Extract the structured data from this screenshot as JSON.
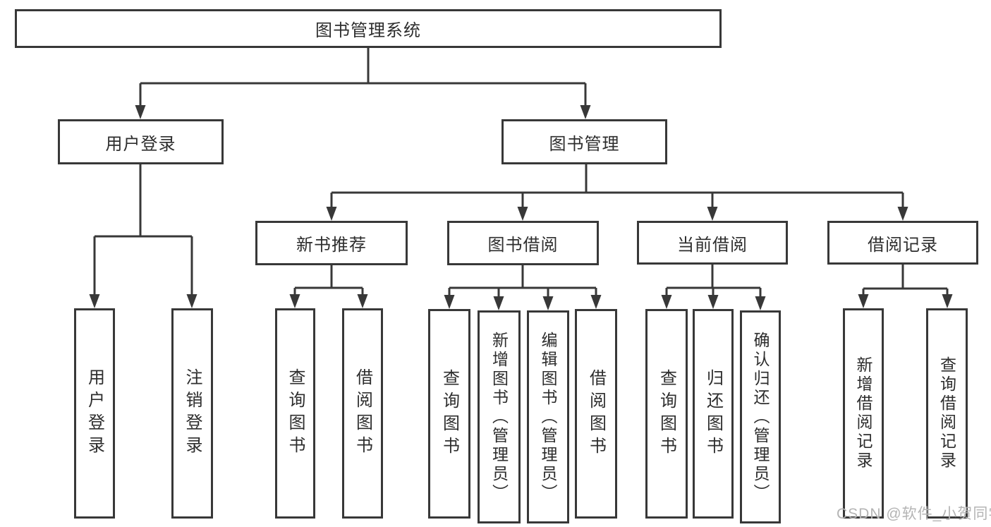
{
  "tree": {
    "root": "图书管理系统",
    "branches": [
      {
        "label": "用户登录",
        "children": [
          "用户登录",
          "注销登录"
        ]
      },
      {
        "label": "图书管理",
        "sections": [
          {
            "label": "新书推荐",
            "children": [
              "查询图书",
              "借阅图书"
            ]
          },
          {
            "label": "图书借阅",
            "children": [
              "查询图书",
              "新增图书（管理员）",
              "编辑图书（管理员）",
              "借阅图书"
            ]
          },
          {
            "label": "当前借阅",
            "children": [
              "查询图书",
              "归还图书",
              "确认归还（管理员）"
            ]
          },
          {
            "label": "借阅记录",
            "children": [
              "新增借阅记录",
              "查询借阅记录"
            ]
          }
        ]
      }
    ]
  },
  "watermark": "CSDN @软件_小贺同学",
  "colors": {
    "line": "#383838",
    "box_border": "#383838",
    "text": "#2d2d2d",
    "background": "#ffffff",
    "watermark": "#b4b4b4"
  }
}
